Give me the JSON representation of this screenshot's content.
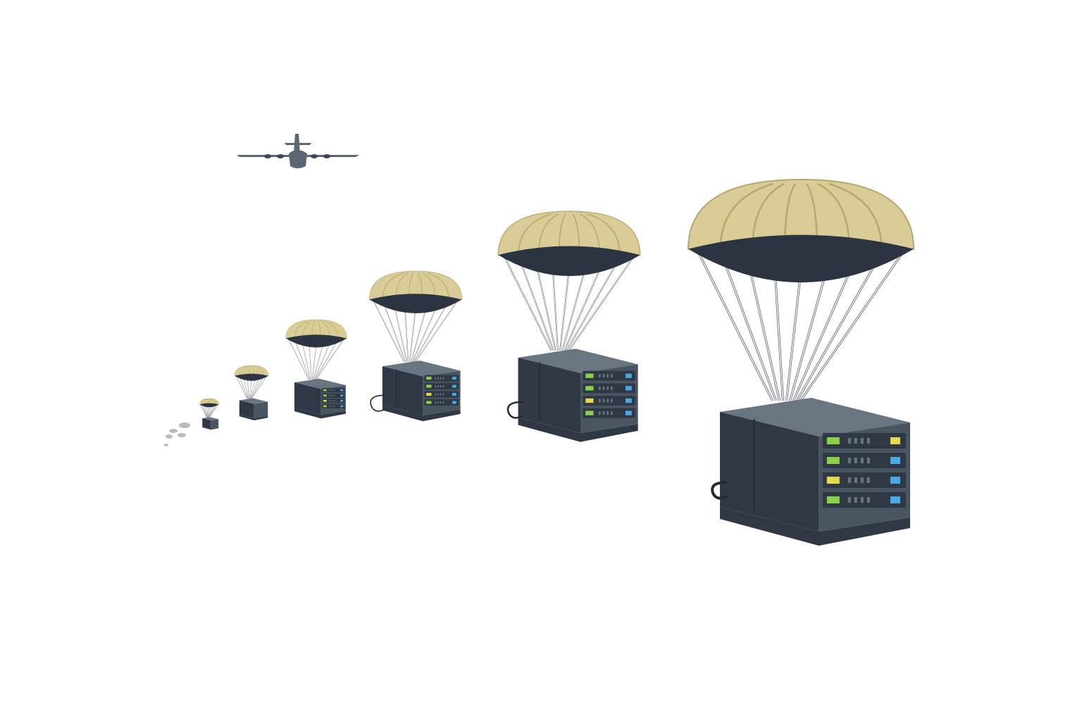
{
  "scene": {
    "background": "#ffffff",
    "colors": {
      "canopy": "#d9cc96",
      "canopy_rib": "#b8a870",
      "canopy_shadow": "#2b3440",
      "lines": "#f4f4f4",
      "line_outline": "#4a5560",
      "aircraft": "#5b6673",
      "server_dark": "#2f3844",
      "server_mid": "#4a5562",
      "server_light": "#6a7582",
      "led_green": "#8bd14a",
      "led_yellow": "#e6d94a",
      "led_blue": "#4aa8e6",
      "smoke": "#9aa0a6"
    },
    "objects": [
      {
        "kind": "aircraft",
        "icon": "cargo-plane-icon"
      },
      {
        "kind": "airdrop",
        "icon": "parachute-server-icon",
        "count": 6
      },
      {
        "kind": "smoke-trail",
        "icon": "smoke-puff-icon"
      }
    ]
  }
}
